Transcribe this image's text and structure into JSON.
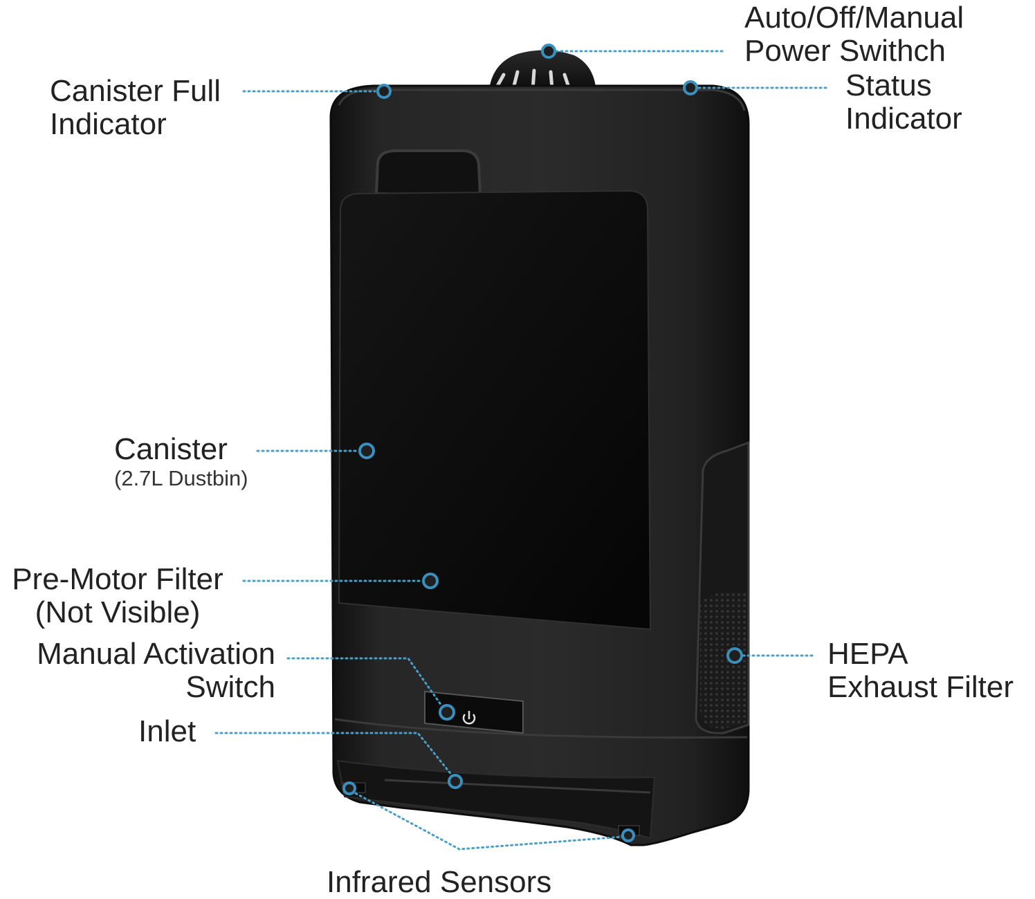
{
  "colors": {
    "background": "#ffffff",
    "device_body": "#242424",
    "device_edge": "#0d0d0d",
    "canister_panel": "#0a0a0a",
    "leader_line": "#4a9fc8",
    "marker_ring": "#3b8fbd",
    "label_text": "#222222"
  },
  "labels": {
    "power_switch": {
      "line1": "Auto/Off/Manual",
      "line2": "Power Swithch"
    },
    "canister_full": {
      "line1": "Canister Full",
      "line2": "Indicator"
    },
    "status": {
      "line1": "Status",
      "line2": "Indicator"
    },
    "canister": {
      "line1": "Canister",
      "line2": "(2.7L Dustbin)"
    },
    "pre_motor_filter": {
      "line1": "Pre-Motor Filter",
      "line2": "(Not Visible)"
    },
    "hepa_filter": {
      "line1": "HEPA",
      "line2": "Exhaust Filter"
    },
    "manual_activation": {
      "line1": "Manual Activation",
      "line2": "Switch"
    },
    "inlet": {
      "line1": "Inlet"
    },
    "infrared_sensors": {
      "line1": "Infrared Sensors"
    }
  },
  "icons": {
    "power_button": "power-icon",
    "markers": "circle-marker-icon"
  }
}
